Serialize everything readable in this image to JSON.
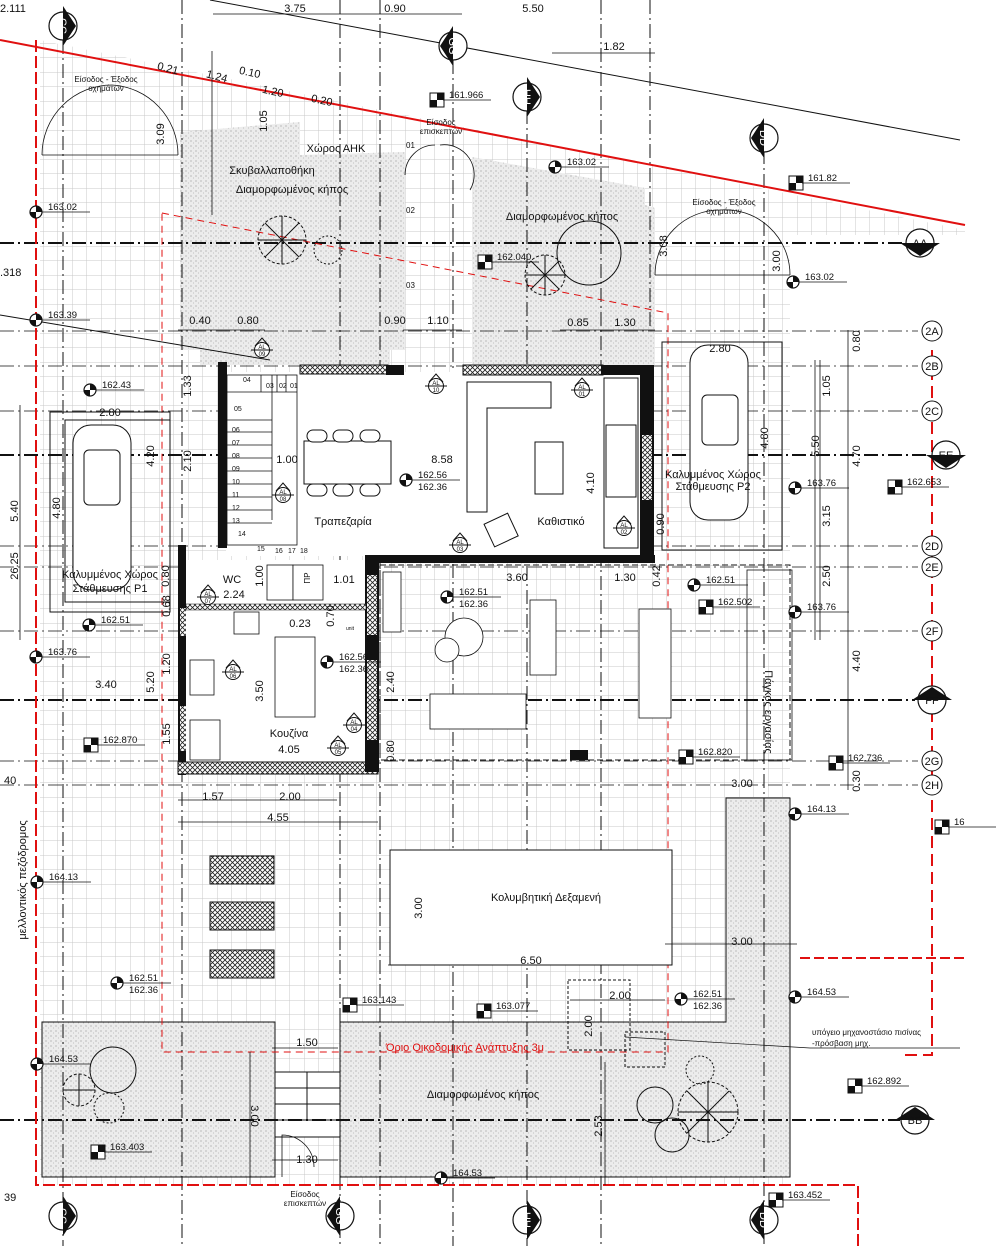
{
  "rooms": {
    "dining": "Τραπεζαρία",
    "living": "Καθιστικό",
    "kitchen": "Κουζίνα",
    "kitchen_area": "4.05",
    "wc": "WC",
    "wc_area": "2.24",
    "pool": "Κολυμβητική Δεξαμενή",
    "garden_nw": "Διαμορφωμένος κήπος",
    "garden_n": "Διαμορφωμένος κήπος",
    "garden_s": "Διαμορφωμένος κήπος",
    "refuse_store": "Σκυβαλλαποθήκη",
    "ahk_space": "Χώρος ΑΗΚ",
    "parking_p1": [
      "Καλυμμένος Χώρος",
      "Στάθμευσης P1"
    ],
    "parking_p2": [
      "Καλυμμένος Χώρος",
      "Στάθμευσης P2"
    ],
    "workbench": "Πάγκος εργασίας",
    "fridge": "ΠΡ",
    "unit": "unit"
  },
  "labels": {
    "vehicle_entrance_1": [
      "Είσοδος - Έξοδος",
      "οχημάτων"
    ],
    "vehicle_entrance_2": [
      "Είσοδος - Έξοδος",
      "οχημάτων"
    ],
    "visitor_entrance_top": [
      "Είσοδος",
      "επισκεπτών"
    ],
    "visitor_entrance_bottom": [
      "Είσοδος",
      "επισκεπτών"
    ],
    "future_footpath": "μελλοντικός πεζόδρομος",
    "building_limit": "Όριο Οικοδομικής Ανάπτυξης  3μ",
    "pool_plant_room": [
      "υπόγειο μηχανοστάσιο πισίνας",
      "-πρόσβαση μηχ."
    ]
  },
  "dimensions": [
    "2.111",
    "3.75",
    "0.90",
    "5.50",
    "1.82",
    "0.21",
    "1.24",
    "0.10",
    "1.20",
    "0.20",
    "3.09",
    "1.05",
    "3.08",
    "3.00",
    ".318",
    "0.40",
    "0.80",
    "0.90",
    "1.10",
    "0.85",
    "1.30",
    "2.80",
    "0.80",
    "1.05",
    "5.50",
    "4.70",
    "3.15",
    "4.80",
    "1.33",
    "2.80",
    "4.20",
    "2.10",
    "1.00",
    "8.58",
    "5.40",
    "4.80",
    "4.10",
    "0.90",
    "1.00",
    "1.01",
    "0.80",
    "0.68",
    "0.23",
    "0.70",
    "3.60",
    "1.30",
    "0.42",
    "2.50",
    "5.20",
    "1.20",
    "3.40",
    "3.50",
    "2.40",
    "4.40",
    "1.55",
    "0.80",
    "0.30",
    "3.00",
    "1.57",
    "2.00",
    "4.55",
    "3.00",
    "6.50",
    "3.00",
    "2.00",
    "2.00",
    "1.50",
    "2.53",
    "3.00",
    "1.30",
    "40",
    "39",
    "26.25"
  ],
  "levels": [
    {
      "type": "square",
      "values": [
        "161.966"
      ]
    },
    {
      "type": "circle",
      "values": [
        "163.02"
      ]
    },
    {
      "type": "circle",
      "values": [
        "163.39"
      ]
    },
    {
      "type": "circle",
      "values": [
        "163.02"
      ]
    },
    {
      "type": "square",
      "values": [
        "161.82"
      ]
    },
    {
      "type": "square",
      "values": [
        "162.040"
      ]
    },
    {
      "type": "circle",
      "values": [
        "163.02"
      ]
    },
    {
      "type": "circle",
      "values": [
        "162.43"
      ]
    },
    {
      "type": "circle",
      "values": [
        "162.56",
        "162.36"
      ]
    },
    {
      "type": "circle",
      "values": [
        "163.76"
      ]
    },
    {
      "type": "square",
      "values": [
        "162.653"
      ]
    },
    {
      "type": "circle",
      "values": [
        "162.51"
      ]
    },
    {
      "type": "circle",
      "values": [
        "163.76"
      ]
    },
    {
      "type": "circle",
      "values": [
        "162.51",
        "162.36"
      ]
    },
    {
      "type": "circle",
      "values": [
        "162.51"
      ]
    },
    {
      "type": "square",
      "values": [
        "162.502"
      ]
    },
    {
      "type": "circle",
      "values": [
        "163.76"
      ]
    },
    {
      "type": "circle",
      "values": [
        "162.56",
        "162.36"
      ]
    },
    {
      "type": "square",
      "values": [
        "162.870"
      ]
    },
    {
      "type": "square",
      "values": [
        "162.820"
      ]
    },
    {
      "type": "square",
      "values": [
        "162.736"
      ]
    },
    {
      "type": "circle",
      "values": [
        "164.13"
      ]
    },
    {
      "type": "square",
      "values": [
        "16"
      ]
    },
    {
      "type": "circle",
      "values": [
        "164.13"
      ]
    },
    {
      "type": "circle",
      "values": [
        "162.51",
        "162.36"
      ]
    },
    {
      "type": "square",
      "values": [
        "163.143"
      ]
    },
    {
      "type": "square",
      "values": [
        "163.077"
      ]
    },
    {
      "type": "circle",
      "values": [
        "162.51",
        "162.36"
      ]
    },
    {
      "type": "circle",
      "values": [
        "164.53"
      ]
    },
    {
      "type": "circle",
      "values": [
        "164.53"
      ]
    },
    {
      "type": "square",
      "values": [
        "162.892"
      ]
    },
    {
      "type": "square",
      "values": [
        "163.403"
      ]
    },
    {
      "type": "circle",
      "values": [
        "164.53"
      ]
    },
    {
      "type": "square",
      "values": [
        "163.452"
      ]
    }
  ],
  "sections": [
    "CC",
    "GG",
    "HH",
    "DD",
    "AA",
    "EE",
    "FF",
    "BB",
    "CC",
    "GG",
    "HH",
    "DD"
  ],
  "grid_axes": [
    "2A",
    "2B",
    "2C",
    "2D",
    "2E",
    "2F",
    "2G",
    "2H"
  ],
  "elevation_tags": [
    {
      "code": "AL",
      "num": "09"
    },
    {
      "code": "AL",
      "num": "10"
    },
    {
      "code": "AL",
      "num": "01"
    },
    {
      "code": "AL",
      "num": "08"
    },
    {
      "code": "AL",
      "num": "02"
    },
    {
      "code": "AL",
      "num": "03"
    },
    {
      "code": "AL",
      "num": "07"
    },
    {
      "code": "AL",
      "num": "06"
    },
    {
      "code": "AL",
      "num": "04"
    },
    {
      "code": "AL",
      "num": "05"
    }
  ],
  "stair_steps": [
    "01",
    "02",
    "03",
    "04",
    "05",
    "06",
    "07",
    "08",
    "09",
    "10",
    "11",
    "12",
    "13",
    "14",
    "15",
    "16",
    "17",
    "18"
  ],
  "gate_marks": [
    "01",
    "02",
    "03"
  ],
  "colors": {
    "boundary": "#e01010",
    "line": "#111111",
    "grid": "#c9c9c9",
    "garden": "#e4e4e4"
  }
}
